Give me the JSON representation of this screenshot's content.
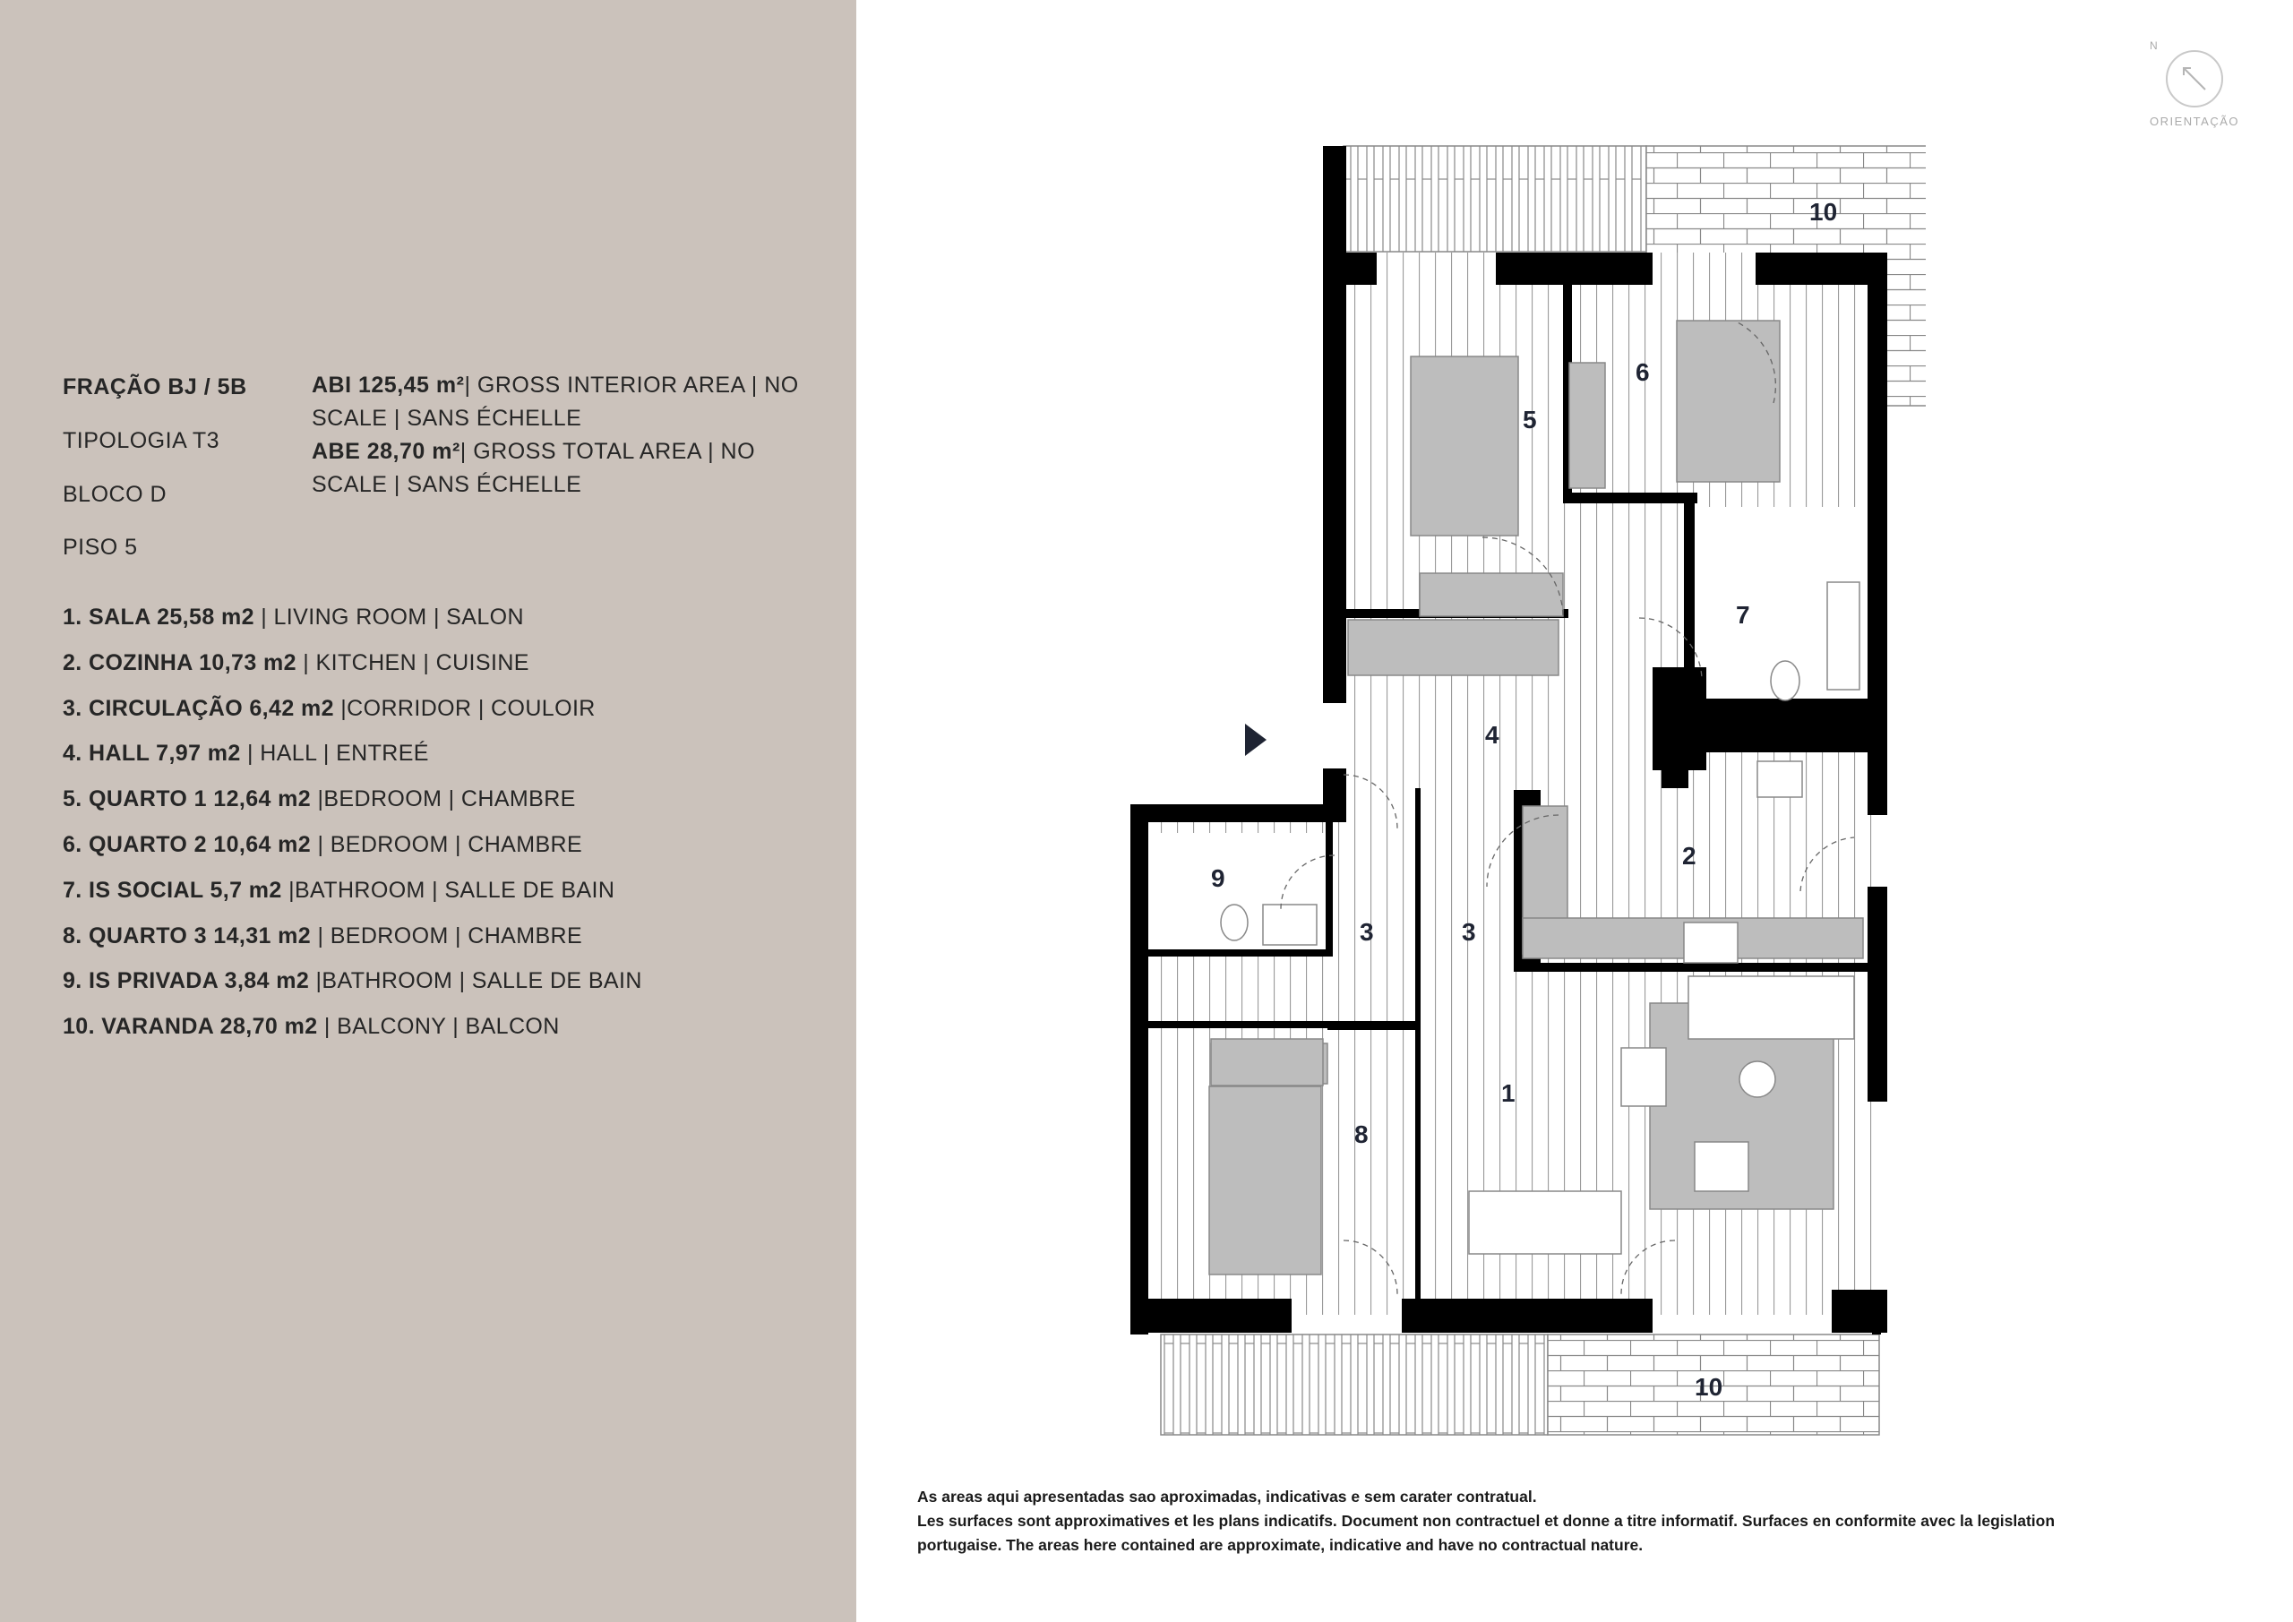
{
  "unit": {
    "title": "FRAÇÃO BJ / 5B",
    "typology": "TIPOLOGIA T3",
    "block": "BLOCO D",
    "floor": "PISO 5"
  },
  "areas": {
    "abi_label": "ABI 125,45 m²",
    "abi_text": "| GROSS INTERIOR AREA | NO",
    "abi_text2": "SCALE | SANS ÉCHELLE",
    "abe_label": "ABE 28,70 m²",
    "abe_text": "| GROSS TOTAL AREA | NO",
    "abe_text2": "SCALE | SANS ÉCHELLE"
  },
  "rooms": [
    {
      "num_name": "1. SALA 25,58 m2",
      "desc": " | LIVING ROOM | SALON"
    },
    {
      "num_name": "2. COZINHA 10,73 m2",
      "desc": " | KITCHEN | CUISINE"
    },
    {
      "num_name": "3. CIRCULAÇÃO 6,42 m2",
      "desc": " |CORRIDOR | COULOIR"
    },
    {
      "num_name": "4. HALL 7,97 m2",
      "desc": " | HALL | ENTREÉ"
    },
    {
      "num_name": "5. QUARTO 1 12,64 m2",
      "desc": " |BEDROOM | CHAMBRE"
    },
    {
      "num_name": "6. QUARTO 2 10,64 m2",
      "desc": " | BEDROOM | CHAMBRE"
    },
    {
      "num_name": "7. IS SOCIAL 5,7 m2",
      "desc": " |BATHROOM | SALLE DE BAIN"
    },
    {
      "num_name": "8. QUARTO 3 14,31 m2",
      "desc": " | BEDROOM | CHAMBRE"
    },
    {
      "num_name": "9. IS PRIVADA 3,84 m2",
      "desc": " |BATHROOM | SALLE DE BAIN"
    },
    {
      "num_name": "10. VARANDA 28,70 m2",
      "desc": " | BALCONY | BALCON"
    }
  ],
  "plan_labels": {
    "r1": "1",
    "r2": "2",
    "r3a": "3",
    "r3b": "3",
    "r4": "4",
    "r5": "5",
    "r6": "6",
    "r7": "7",
    "r8": "8",
    "r9": "9",
    "r10a": "10",
    "r10b": "10"
  },
  "compass": {
    "north": "N",
    "label": "ORIENTAÇÃO"
  },
  "disclaimer": [
    "As areas aqui apresentadas sao aproximadas, indicativas e sem carater contratual.",
    "Les surfaces sont approximatives et les plans indicatifs. Document non contractuel et donne a titre informatif. Surfaces en conformite avec la legislation",
    "portugaise. The areas here contained are approximate, indicative and have no contractual nature."
  ],
  "colors": {
    "panel": "#cbc2bb",
    "wall": "#000000",
    "furniture": "#bdbdbd",
    "label": "#1f2433"
  }
}
